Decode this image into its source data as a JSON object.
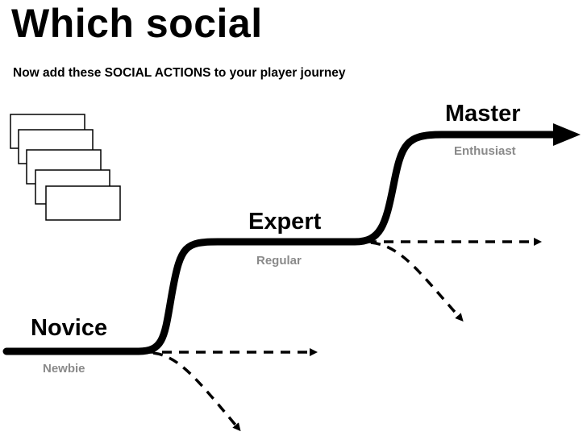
{
  "title": "Which social",
  "subtitle": "Now add these SOCIAL ACTIONS to your player journey",
  "stages": [
    {
      "label": "Novice",
      "sublabel": "Newbie"
    },
    {
      "label": "Expert",
      "sublabel": "Regular"
    },
    {
      "label": "Master",
      "sublabel": "Enthusiast"
    }
  ],
  "card_stack_count": 5,
  "colors": {
    "line": "#000000",
    "sublabel": "#8a8a8a",
    "card_border": "#000000",
    "card_fill": "#ffffff"
  },
  "icons": [
    "arrowhead-icon",
    "card-stack-icon"
  ]
}
